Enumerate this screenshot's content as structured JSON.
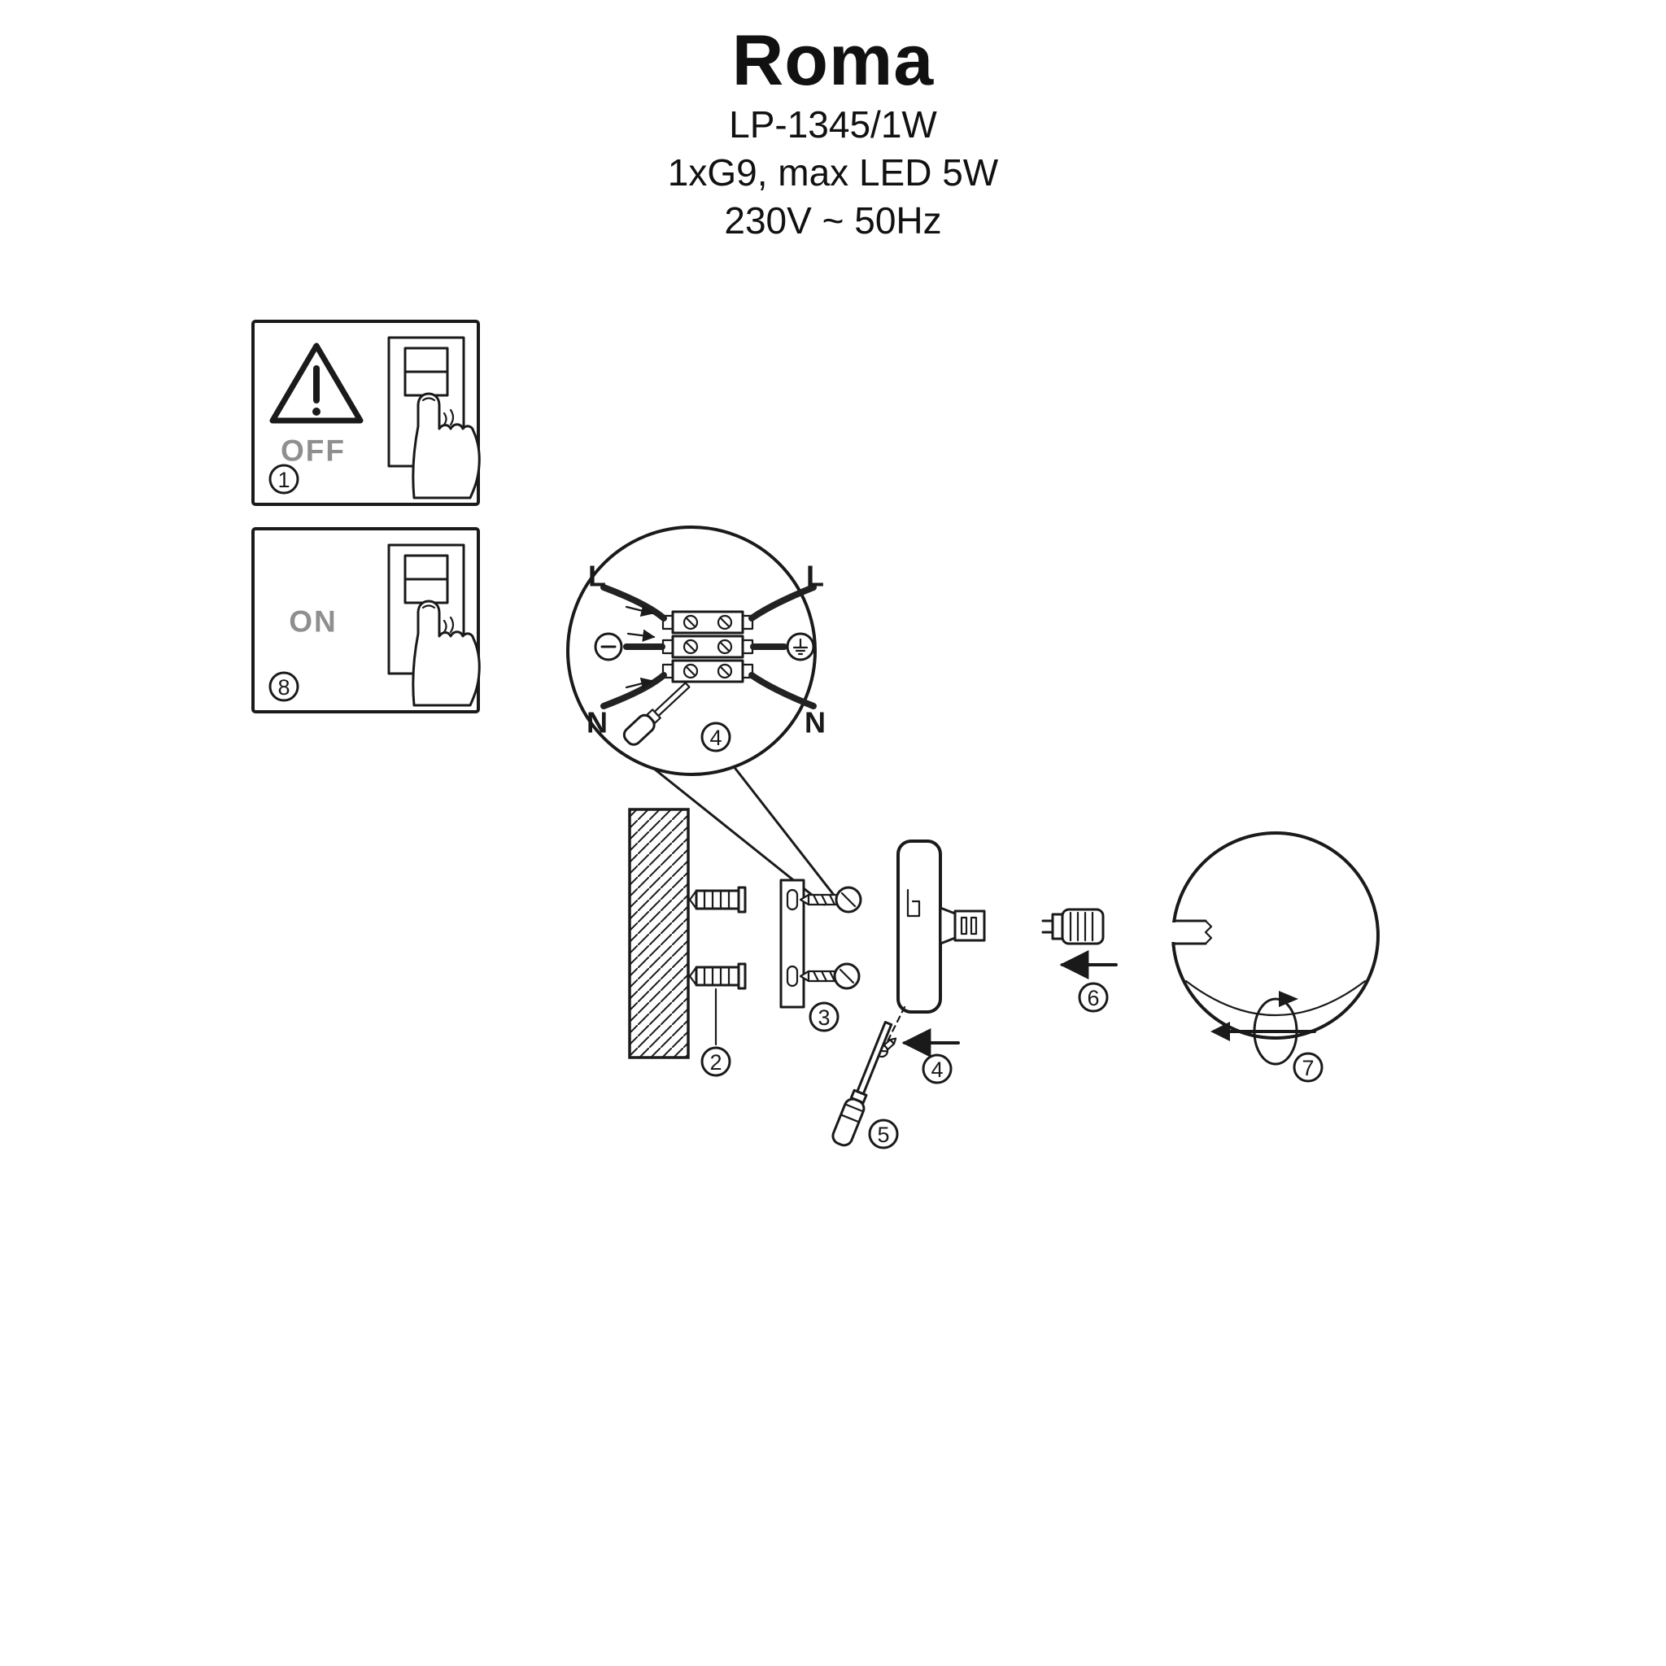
{
  "header": {
    "product": "Roma",
    "model": "LP-1345/1W",
    "lamp_spec": "1xG9, max LED 5W",
    "power_spec": "230V ~ 50Hz"
  },
  "steps": {
    "power_off": {
      "number": "1",
      "switch_label": "OFF"
    },
    "power_on": {
      "number": "8",
      "switch_label": "ON"
    },
    "wall_plugs": {
      "number": "2"
    },
    "bracket_screws": {
      "number": "3"
    },
    "wiring": {
      "number": "4",
      "wire_left_top": "L",
      "wire_right_top": "L",
      "wire_left_bottom": "N",
      "wire_right_bottom": "N"
    },
    "canopy_screw": {
      "number": "4"
    },
    "screwdriver": {
      "number": "5"
    },
    "bulb": {
      "number": "6"
    },
    "shade": {
      "number": "7"
    }
  },
  "icons": {
    "warning": "triangle-exclamation-icon",
    "switch": "wall-switch-icon",
    "hand": "pressing-hand-icon",
    "earth_left": "circled-minus-icon",
    "earth_right": "earth-ground-icon",
    "screwdriver": "screwdriver-icon",
    "rotation": "rotate-arrow-icon"
  },
  "colors": {
    "line": "#1a1a1a",
    "gray_label": "#8f8f8f",
    "background": "#ffffff"
  }
}
